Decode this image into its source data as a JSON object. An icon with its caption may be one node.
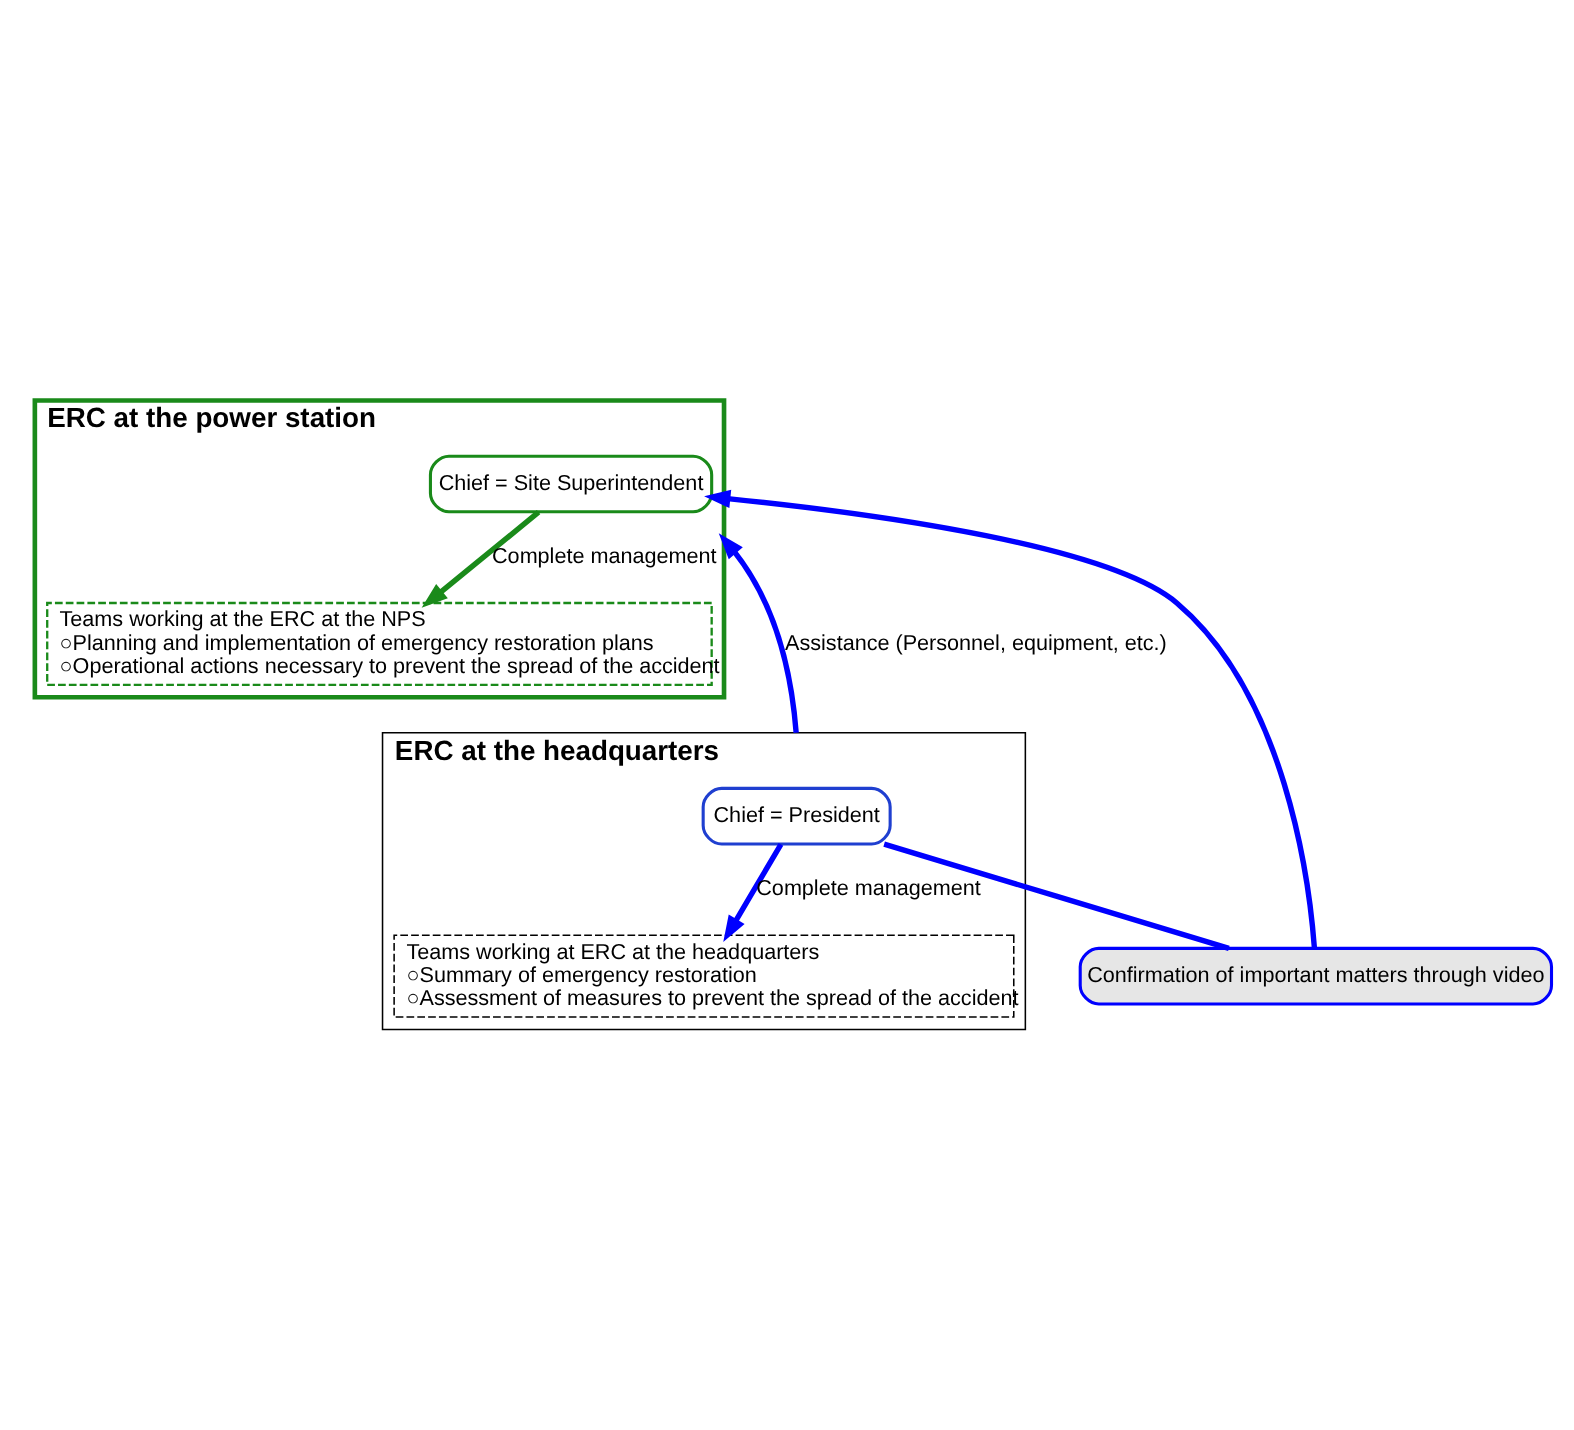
{
  "diagram": {
    "nodes": [
      {
        "text": [
          "ERC at the power station"
        ]
      },
      {
        "text": [
          "Chief = Site Superintendent"
        ],
        "in": 0
      },
      {
        "text": [
          "Teams working at the ERC at the NPS",
          "○Planning and implementation of emergency restoration plans",
          "○Operational actions necessary to prevent the spread of the accident"
        ],
        "in": 0
      },
      {
        "text": [
          "ERC at the headquarters"
        ]
      },
      {
        "text": [
          "Chief = President"
        ],
        "in": 3
      },
      {
        "text": [
          "Teams working at ERC at the headquarters",
          "○Summary of emergency restoration",
          "○Assessment of measures to prevent the spread of the accident"
        ],
        "in": 3
      },
      {
        "text": [
          "Confirmation of important matters through video"
        ]
      }
    ],
    "edges": [
      {
        "from": 1,
        "to": 2,
        "arrow": "to",
        "label": "Complete management",
        "color": "#1a8a1a"
      },
      {
        "from": 3,
        "to": 0,
        "arrow": "to",
        "label": "Assistance (Personnel, equipment, etc.)"
      },
      {
        "from": 4,
        "to": 5,
        "arrow": "to",
        "label": "Complete management"
      },
      {
        "from": 4,
        "to": 6,
        "arrow": "none"
      },
      {
        "from": 6,
        "to": 1,
        "arrow": "to"
      }
    ]
  }
}
